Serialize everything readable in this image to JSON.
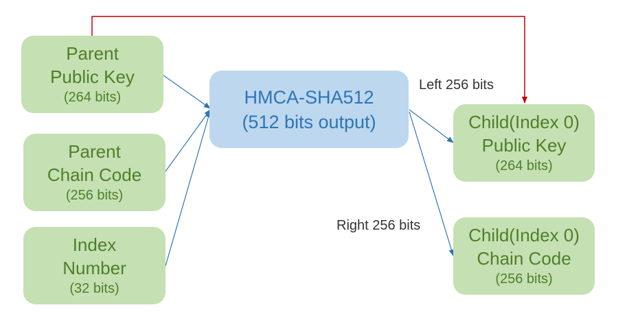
{
  "nodes": {
    "parent_public_key": {
      "line1": "Parent",
      "line2": "Public Key",
      "line3": "(264 bits)"
    },
    "parent_chain_code": {
      "line1": "Parent",
      "line2": "Chain Code",
      "line3": "(256 bits)"
    },
    "index_number": {
      "line1": "Index",
      "line2": "Number",
      "line3": "(32 bits)"
    },
    "hmac": {
      "line1": "HMCA-SHA512",
      "line2": "(512 bits output)"
    },
    "child_public_key": {
      "line1": "Child(Index 0)",
      "line2": "Public Key",
      "line3": "(264 bits)"
    },
    "child_chain_code": {
      "line1": "Child(Index 0)",
      "line2": "Chain Code",
      "line3": "(256 bits)"
    }
  },
  "edge_labels": {
    "left": "Left 256 bits",
    "right": "Right 256 bits"
  },
  "colors": {
    "green_box": "#c5e0b3",
    "green_text": "#4f7f2a",
    "blue_box": "#bdd7ee",
    "blue_text": "#2e75b6",
    "blue_arrow": "#2e75b6",
    "red_arrow": "#c00000"
  }
}
